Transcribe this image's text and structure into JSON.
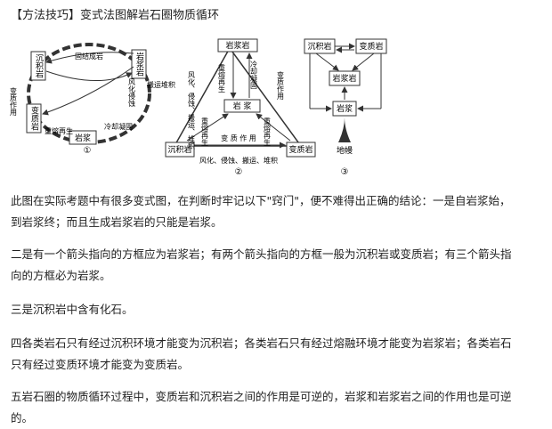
{
  "title": "【方法技巧】变式法图解岩石圈物质循环",
  "figure": {
    "d1": {
      "boxes": {
        "sediment": "沉积岩",
        "igneous_top": "岩浆岩",
        "metamorphic": "变质岩",
        "magma": "岩浆"
      },
      "labels": {
        "consolidation": "固结成岩",
        "weathering": "风化侵蚀",
        "transport": "搬运堆积",
        "metamorph_action": "变质作用",
        "cooling": "冷却凝固",
        "remelting": "重熔再生"
      },
      "number": "①"
    },
    "d2": {
      "boxes": {
        "igneous": "岩浆岩",
        "magma": "岩 浆",
        "sediment": "沉积岩",
        "metamorphic": "变质岩"
      },
      "labels": {
        "left_diag": "风化、侵蚀、搬运、堆积",
        "remelt_left": "重熔再生",
        "cooling": "冷却凝固",
        "metamorph_right": "变质作用",
        "bottom_top": "变 质 作 用",
        "bottom_bottom": "风化、侵蚀、搬运、堆积",
        "remelt_inner_l": "重熔再生",
        "remelt_inner_r": "重熔再生"
      },
      "number": "②"
    },
    "d3": {
      "boxes": {
        "sediment": "沉积岩",
        "metamorphic": "变质岩",
        "igneous": "岩浆岩",
        "magma": "岩浆"
      },
      "labels": {
        "mantle": "地幔"
      },
      "number": "③"
    }
  },
  "paragraphs": [
    {
      "lines": [
        "此图在实际考题中有很多变式图，在判断时牢记以下\"窍门\"，便不难得出正确的结论：一是自岩浆始，",
        "到岩浆终；而且生成岩浆岩的只能是岩浆。"
      ]
    },
    {
      "lines": [
        "二是有一个箭头指向的方框应为岩浆岩；有两个箭头指向的方框一般为沉积岩或变质岩；有三个箭头指",
        "向的方框必为岩浆。"
      ]
    },
    {
      "lines": [
        "三是沉积岩中含有化石。"
      ]
    },
    {
      "lines": [
        "四各类岩石只有经过沉积环境才能变为沉积岩；各类岩石只有经过熔融环境才能变为岩浆岩；各类岩石",
        "只有经过变质环境才能变为变质岩。"
      ]
    },
    {
      "lines": [
        "五岩石圈的物质循环过程中，变质岩和沉积岩之间的作用是可逆的，岩浆和岩浆岩之间的作用也是可逆",
        "的。"
      ]
    }
  ]
}
